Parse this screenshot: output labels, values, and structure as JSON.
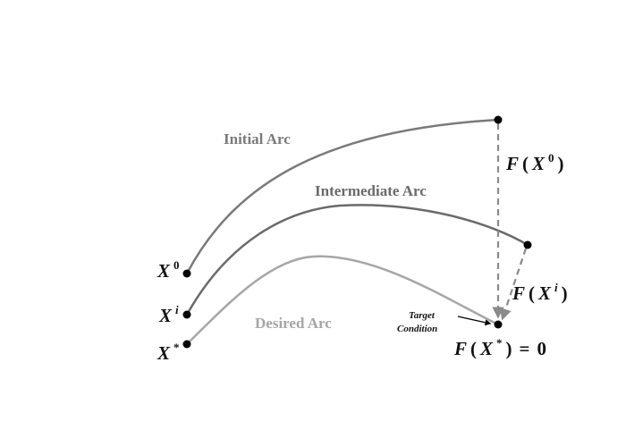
{
  "arcs": {
    "initial": {
      "label": "Initial Arc",
      "color": "#7a7a7a"
    },
    "intermediate": {
      "label": "Intermediate Arc",
      "color": "#6a6a6a"
    },
    "desired": {
      "label": "Desired Arc",
      "color": "#a6a6a6"
    }
  },
  "start_labels": {
    "x0": {
      "base": "X",
      "sup": "0"
    },
    "xi": {
      "base": "X",
      "sup": "i"
    },
    "xstar": {
      "base": "X",
      "sup": "*"
    }
  },
  "error_labels": {
    "f_x0": {
      "func": "F",
      "open": "(",
      "base": "X",
      "sup": "0",
      "close": ")"
    },
    "f_xi": {
      "func": "F",
      "open": "(",
      "base": "X",
      "sup": "i",
      "close": ")"
    },
    "f_xstar": {
      "func": "F",
      "open": "(",
      "base": "X",
      "sup": "*",
      "close": ")",
      "equals": "=",
      "value": "0"
    }
  },
  "target": {
    "line1": "Target",
    "line2": "Condition"
  },
  "colors": {
    "dashed": "#8a8a8a",
    "dot": "#000000",
    "text": "#111111"
  }
}
